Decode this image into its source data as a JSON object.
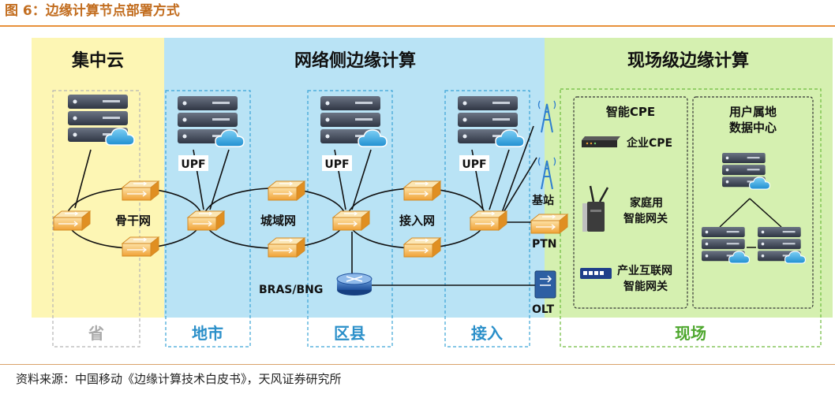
{
  "caption": "图 6：边缘计算节点部署方式",
  "source": "资料来源：中国移动《边缘计算技术白皮书》，天风证券研究所",
  "colors": {
    "central_cloud": "#fdf6b4",
    "network_edge": "#b9e3f5",
    "onsite_edge": "#d5f0b0",
    "caption": "#c26d1f",
    "rule": "#e8913b"
  },
  "zones": {
    "central": "集中云",
    "network_edge": "网络侧边缘计算",
    "onsite_edge": "现场级边缘计算"
  },
  "levels": {
    "province": "省",
    "city": "地市",
    "county": "区县",
    "access": "接入",
    "onsite": "现场"
  },
  "nodes": {
    "upf_city": "UPF",
    "upf_county": "UPF",
    "upf_access": "UPF",
    "backbone": "骨干网",
    "metro": "城域网",
    "access_net": "接入网",
    "bras": "BRAS/BNG",
    "base_station": "基站",
    "ptn": "PTN",
    "olt": "OLT"
  },
  "onsite": {
    "cpe_title": "智能CPE",
    "enterprise_cpe": "企业CPE",
    "home_gw_1": "家庭用",
    "home_gw_2": "智能网关",
    "industrial_gw_1": "产业互联网",
    "industrial_gw_2": "智能网关",
    "dc_title_1": "用户属地",
    "dc_title_2": "数据中心"
  }
}
